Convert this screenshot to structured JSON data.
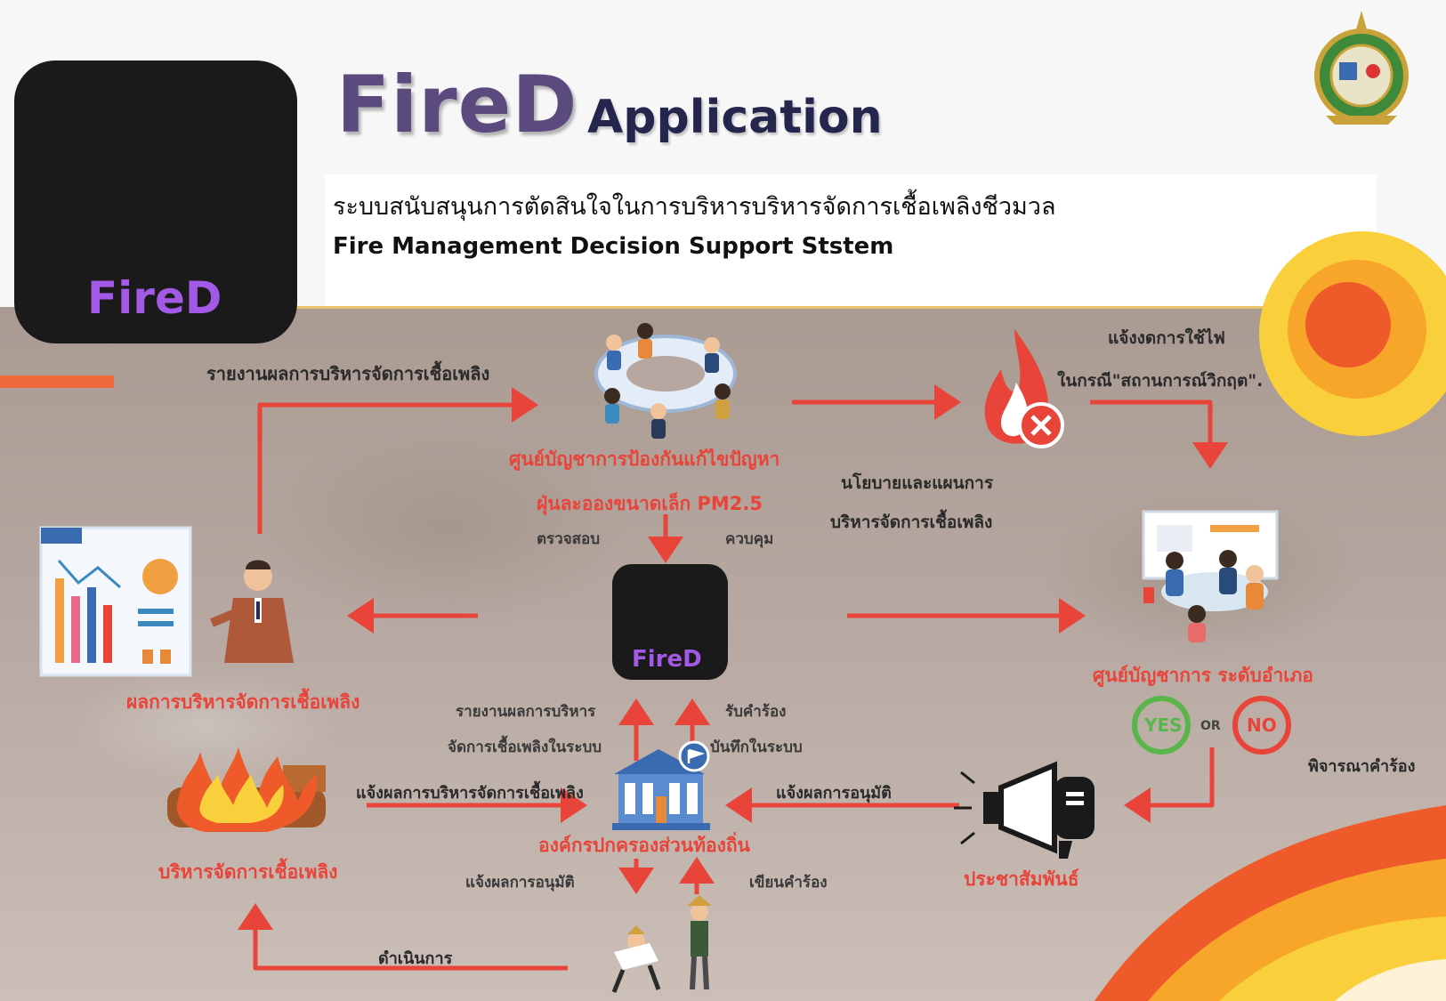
{
  "header": {
    "title_main": "FireD",
    "title_app": "Application",
    "subtitle_th": "ระบบสนับสนุนการตัดสินใจในการบริหารบริหารจัดการเชื้อเพลิงชีวมวล",
    "subtitle_en": "Fire Management Decision Support Ststem"
  },
  "app_icon": {
    "label": "FireD"
  },
  "nodes": {
    "command_center": {
      "line1": "ศูนย์บัญชาการป้องกันแก้ไขปัญหา",
      "line2": "ฝุ่นละอองขนาดเล็ก PM2.5"
    },
    "district_center": "ศูนย์บัญชาการ ระดับอำเภอ",
    "local_org": "องค์กรปกครองส่วนท้องถิ่น",
    "public_relations": "ประชาสัมพันธ์",
    "management_result": "ผลการบริหารจัดการเชื้อเพลิง",
    "fuel_management": "บริหารจัดการเชื้อเพลิง"
  },
  "labels": {
    "report_result": "รายงานผลการบริหารจัดการเชื้อเพลิง",
    "notify_no_fire_1": "แจ้งงดการใช้ไฟ",
    "notify_no_fire_2": "ในกรณี\"สถานการณ์วิกฤต\".",
    "policy_1": "นโยบายและแผนการ",
    "policy_2": "บริหารจัดการเชื้อเพลิง",
    "inspect": "ตรวจสอบ",
    "control": "ควบคุม",
    "report_system_1": "รายงานผลการบริหาร",
    "report_system_2": "จัดการเชื้อเพลิงในระบบ",
    "receive_request": "รับคำร้อง",
    "record_system": "บันทึกในระบบ",
    "notify_result": "แจ้งผลการบริหารจัดการเชื้อเพลิง",
    "notify_approval": "แจ้งผลการอนุมัติ",
    "notify_approval_2": "แจ้งผลการอนุมัติ",
    "write_request": "เขียนคำร้อง",
    "consider_request": "พิจารณาคำร้อง",
    "operate": "ดำเนินการ",
    "yes": "YES",
    "or": "OR",
    "no": "NO"
  },
  "colors": {
    "accent_red": "#e8443a",
    "title_purple": "#5a4a7e",
    "title_navy": "#24264d",
    "brand_purple": "#a259e6"
  }
}
